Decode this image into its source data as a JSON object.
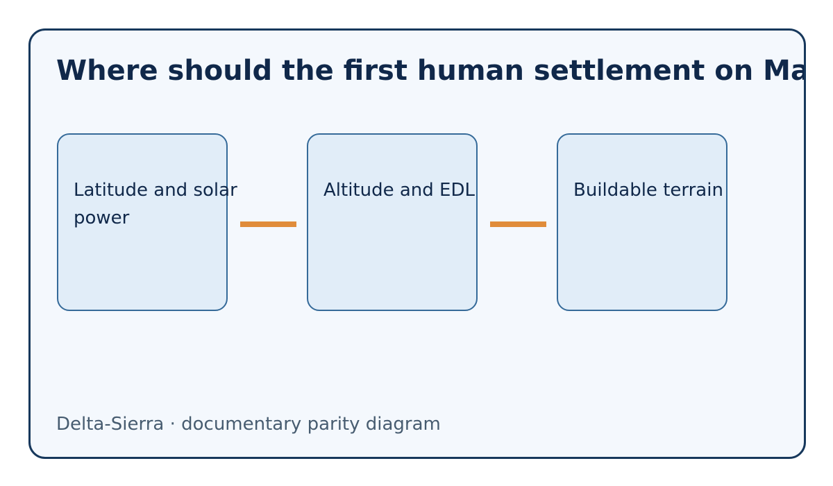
{
  "diagram": {
    "title": "Where should the first human settlement on Mars",
    "nodes": [
      {
        "label": "Latitude and solar power"
      },
      {
        "label": "Altitude and EDL"
      },
      {
        "label": "Buildable terrain"
      }
    ],
    "footer": "Delta-Sierra · documentary parity diagram",
    "colors": {
      "frame_border": "#17385c",
      "frame_fill": "#f4f8fd",
      "node_fill": "#e1edf8",
      "node_border": "#356a99",
      "connector": "#e08c3a",
      "title_text": "#10284a",
      "footer_text": "#475c70"
    }
  }
}
